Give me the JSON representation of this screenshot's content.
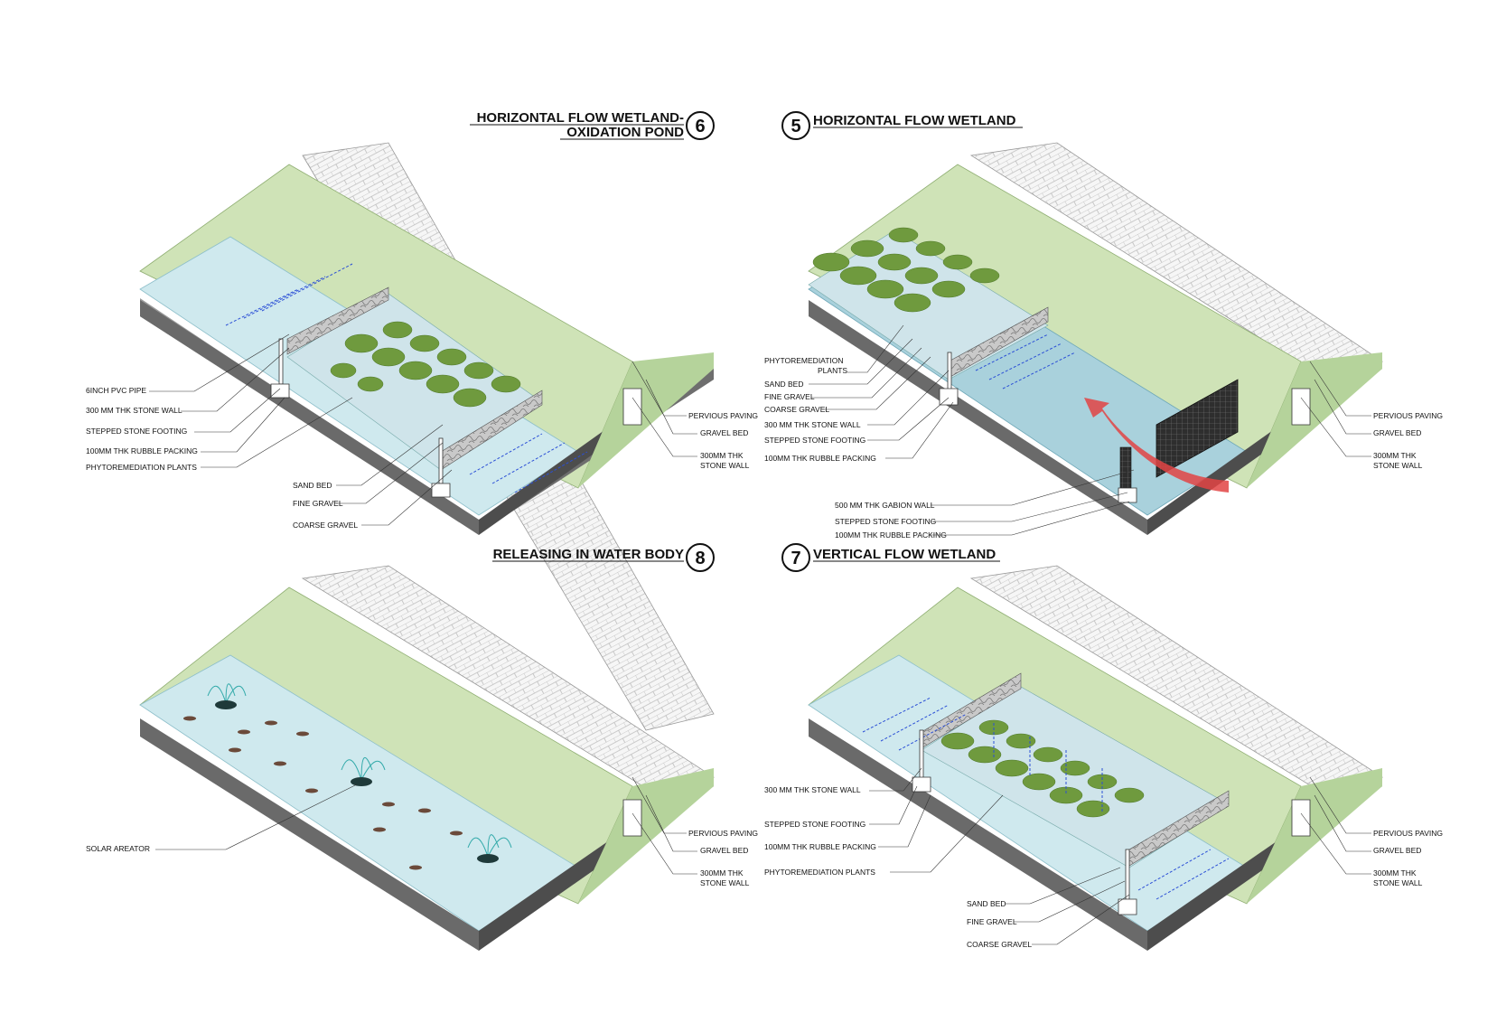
{
  "panels": [
    {
      "id": "p6",
      "number": "6",
      "title_lines": [
        "HORIZONTAL FLOW WETLAND-",
        "OXIDATION POND"
      ],
      "labels": [
        "6INCH PVC PIPE",
        "300 MM THK STONE WALL",
        "STEPPED STONE FOOTING",
        "100MM THK RUBBLE PACKING",
        "PHYTOREMEDIATION PLANTS",
        "SAND BED",
        "FINE GRAVEL",
        "COARSE GRAVEL",
        "PERVIOUS PAVING",
        "GRAVEL BED",
        "300MM THK",
        "STONE WALL"
      ]
    },
    {
      "id": "p5",
      "number": "5",
      "title_lines": [
        "HORIZONTAL FLOW WETLAND"
      ],
      "labels": [
        "PHYTOREMEDIATION",
        "PLANTS",
        "SAND BED",
        "FINE GRAVEL",
        "COARSE GRAVEL",
        "300 MM THK STONE WALL",
        "STEPPED STONE FOOTING",
        "100MM THK RUBBLE PACKING",
        "500 MM THK GABION WALL",
        "STEPPED STONE FOOTING",
        "100MM THK RUBBLE PACKING",
        "PERVIOUS PAVING",
        "GRAVEL BED",
        "300MM THK",
        "STONE WALL"
      ]
    },
    {
      "id": "p8",
      "number": "8",
      "title_lines": [
        "RELEASING IN WATER BODY"
      ],
      "labels": [
        "SOLAR AREATOR",
        "PERVIOUS PAVING",
        "GRAVEL BED",
        "300MM THK",
        "STONE WALL"
      ]
    },
    {
      "id": "p7",
      "number": "7",
      "title_lines": [
        "VERTICAL FLOW WETLAND"
      ],
      "labels": [
        "300 MM THK STONE WALL",
        "STEPPED STONE FOOTING",
        "100MM THK RUBBLE PACKING",
        "PHYTOREMEDIATION  PLANTS",
        "SAND BED",
        "FINE GRAVEL",
        "COARSE GRAVEL",
        "PERVIOUS PAVING",
        "GRAVEL BED",
        "300MM THK",
        "STONE WALL"
      ]
    }
  ],
  "colors": {
    "paving": "#f4f4f4",
    "paving_line": "#b8b8b8",
    "embankment": "#cfe3b7",
    "embankment_light": "#dcecc9",
    "water": "#cfe9ee",
    "water_deep": "#a9d1dc",
    "ground_side": "#707070",
    "ground_front": "#8a8a8a",
    "plants": "#6f9a3e",
    "flow_arrow": "#2b4fd6",
    "red_arrow": "#e24444",
    "gabion": "#2f2f2f"
  },
  "icons": [
    "solar-aerator-icon",
    "fish-icon",
    "plant-icon",
    "flow-arrow-icon"
  ]
}
